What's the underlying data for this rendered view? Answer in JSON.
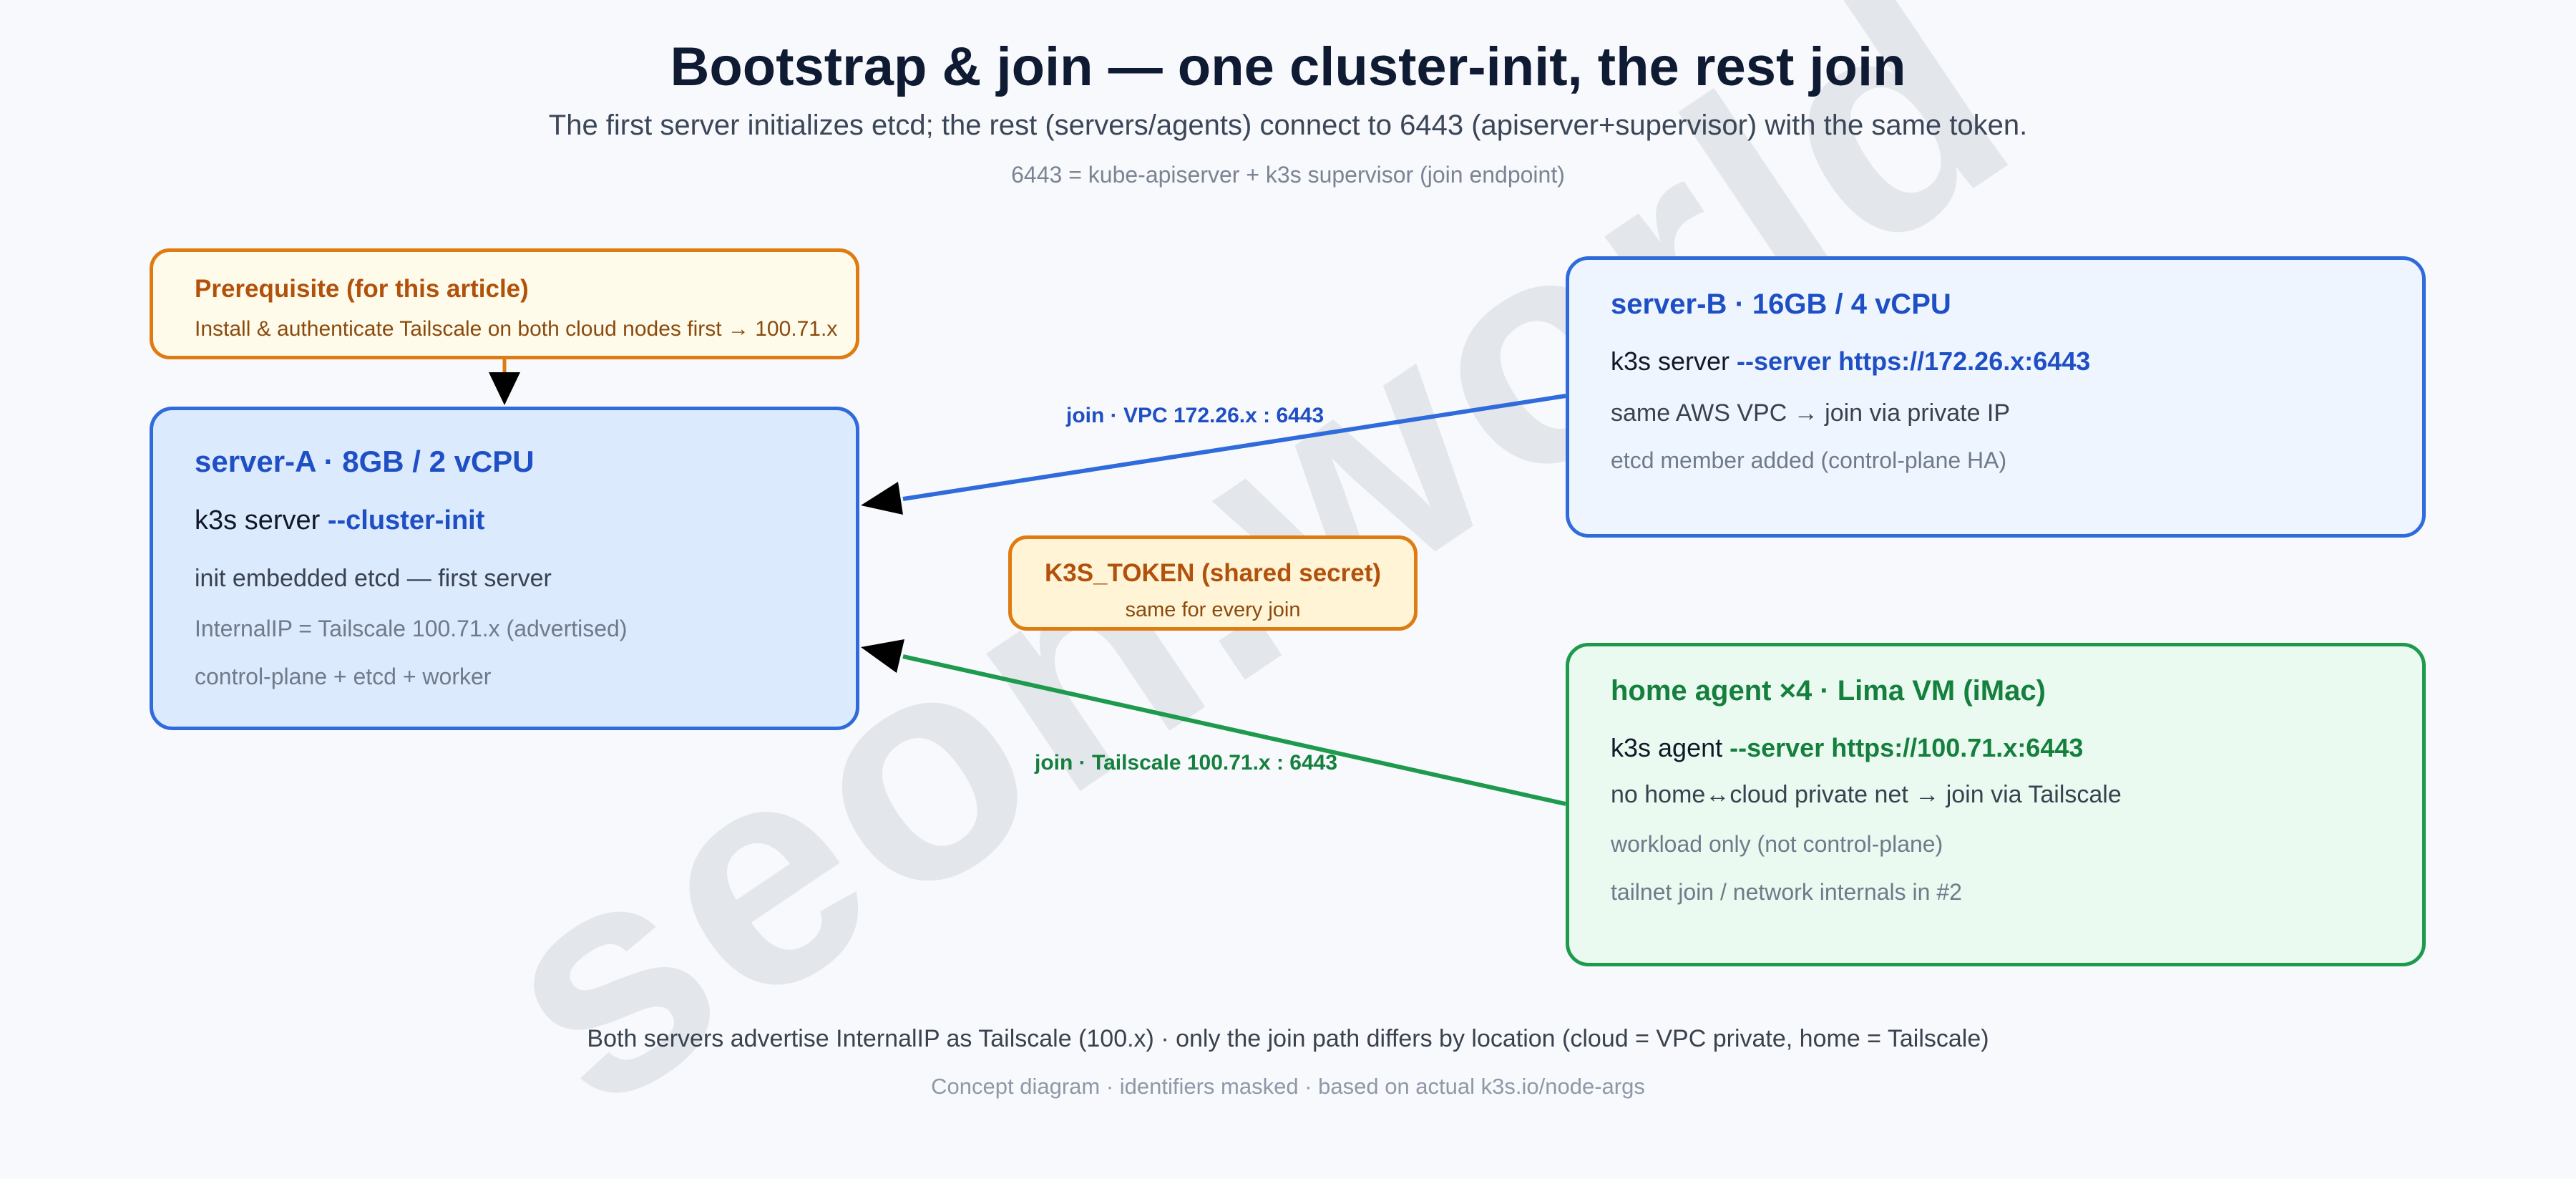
{
  "title": "Bootstrap & join — one cluster-init, the rest join",
  "subtitle": "The first server initializes etcd; the rest (servers/agents) connect to 6443 (apiserver+supervisor) with the same token.",
  "note": "6443 = kube-apiserver + k3s supervisor (join endpoint)",
  "watermark": "seon.world",
  "prerequisite": {
    "heading": "Prerequisite (for this article)",
    "text": "Install & authenticate Tailscale on both cloud nodes first → 100.71.x"
  },
  "server_a": {
    "heading": "server-A · 8GB / 2 vCPU",
    "cmd_prefix": "k3s server ",
    "cmd_flag": "--cluster-init",
    "line3": "init embedded etcd — first server",
    "line4": "InternalIP = Tailscale 100.71.x (advertised)",
    "line5": "control-plane + etcd + worker"
  },
  "server_b": {
    "heading": "server-B · 16GB / 4 vCPU",
    "cmd_prefix": "k3s server ",
    "cmd_flag": "--server https://172.26.x:6443",
    "line3": "same AWS VPC → join via private IP",
    "line4": "etcd member added (control-plane HA)"
  },
  "home_agent": {
    "heading": "home agent ×4 · Lima VM (iMac)",
    "cmd_prefix": "k3s agent ",
    "cmd_flag": "--server https://100.71.x:6443",
    "line3": "no home↔cloud private net → join via Tailscale",
    "line4": "workload only (not control-plane)",
    "line5": "tailnet join / network internals in #2"
  },
  "token": {
    "heading": "K3S_TOKEN (shared secret)",
    "text": "same for every join"
  },
  "edges": {
    "vpc_label": "join · VPC 172.26.x : 6443",
    "tailscale_label": "join · Tailscale 100.71.x : 6443"
  },
  "footer": {
    "line1": "Both servers advertise InternalIP as Tailscale (100.x) · only the join path differs by location (cloud = VPC private, home = Tailscale)",
    "line2": "Concept diagram · identifiers masked · based on actual k3s.io/node-args"
  },
  "colors": {
    "blue": "#2f6bdb",
    "green": "#1e9a4d",
    "orange": "#de7c12",
    "arrowhead": "#000000"
  }
}
